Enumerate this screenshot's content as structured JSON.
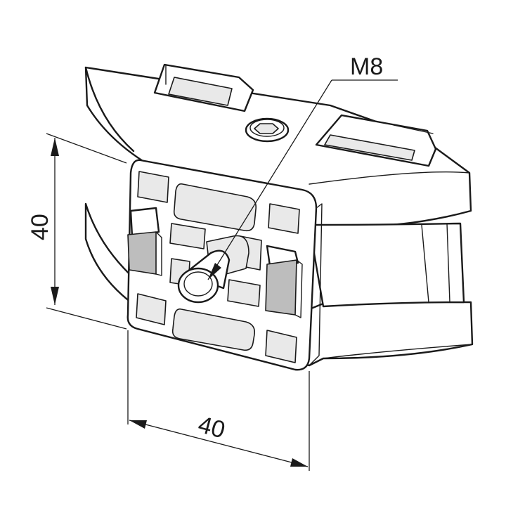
{
  "labels": {
    "thread_callout": "M8",
    "height_dimension": "40",
    "width_dimension": "40"
  }
}
